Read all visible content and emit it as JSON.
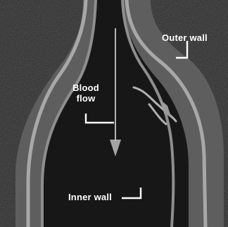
{
  "labels": {
    "blood_flow_line1": "Blood",
    "blood_flow_line2": "flow",
    "outer_wall": "Outer wall",
    "inner_wall": "Inner wall"
  },
  "colors": {
    "background": "#222222",
    "wall": "#8a8a8a",
    "lumen": "#141414",
    "text": "#ffffff"
  }
}
